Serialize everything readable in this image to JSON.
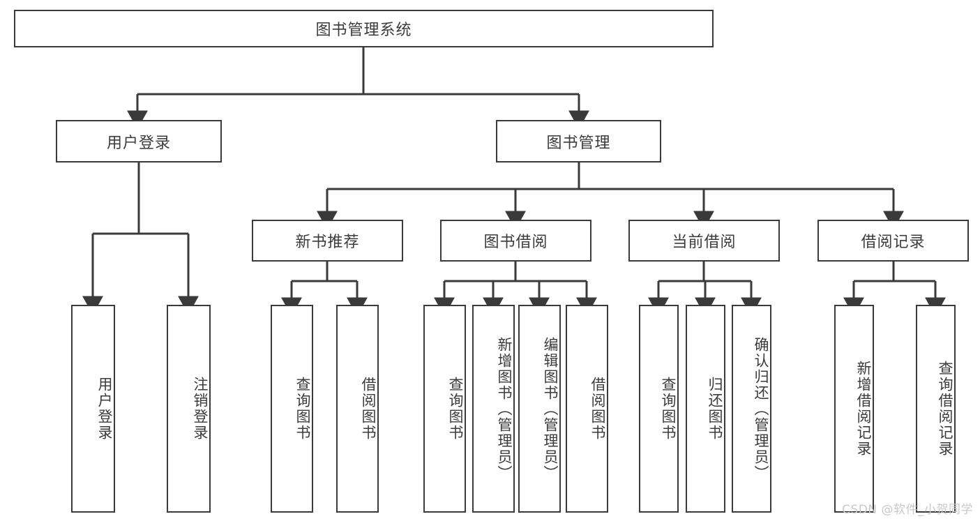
{
  "diagram": {
    "title": "图书管理系统",
    "type": "tree-hierarchy-diagram",
    "watermark": "CSDN @软件_小贺同学",
    "colors": {
      "stroke": "#3a3a3a",
      "text": "#3b3b3b",
      "background": "#ffffff",
      "watermark": "#c9c9c9"
    },
    "root": {
      "label": "图书管理系统"
    },
    "level1": [
      {
        "key": "user-login",
        "label": "用户登录"
      },
      {
        "key": "book-management",
        "label": "图书管理"
      }
    ],
    "level2": [
      {
        "key": "new-book-recommend",
        "label": "新书推荐",
        "parent": "book-management"
      },
      {
        "key": "book-borrow",
        "label": "图书借阅",
        "parent": "book-management"
      },
      {
        "key": "current-borrow",
        "label": "当前借阅",
        "parent": "book-management"
      },
      {
        "key": "borrow-record",
        "label": "借阅记录",
        "parent": "book-management"
      }
    ],
    "leaves": {
      "user-login": [
        {
          "key": "user-login-leaf",
          "label": "用户登录"
        },
        {
          "key": "user-logout-leaf",
          "label": "注销登录"
        }
      ],
      "new-book-recommend": [
        {
          "key": "query-book-1",
          "label": "查询图书"
        },
        {
          "key": "borrow-book-1",
          "label": "借阅图书"
        }
      ],
      "book-borrow": [
        {
          "key": "query-book-2",
          "label": "查询图书"
        },
        {
          "key": "add-book-admin",
          "label": "新增图书（管理员）"
        },
        {
          "key": "edit-book-admin",
          "label": "编辑图书（管理员）"
        },
        {
          "key": "borrow-book-2",
          "label": "借阅图书"
        }
      ],
      "current-borrow": [
        {
          "key": "query-book-3",
          "label": "查询图书"
        },
        {
          "key": "return-book",
          "label": "归还图书"
        },
        {
          "key": "confirm-return-admin",
          "label": "确认归还（管理员）"
        }
      ],
      "borrow-record": [
        {
          "key": "add-borrow-record",
          "label": "新增借阅记录"
        },
        {
          "key": "query-borrow-record",
          "label": "查询借阅记录"
        }
      ]
    }
  }
}
